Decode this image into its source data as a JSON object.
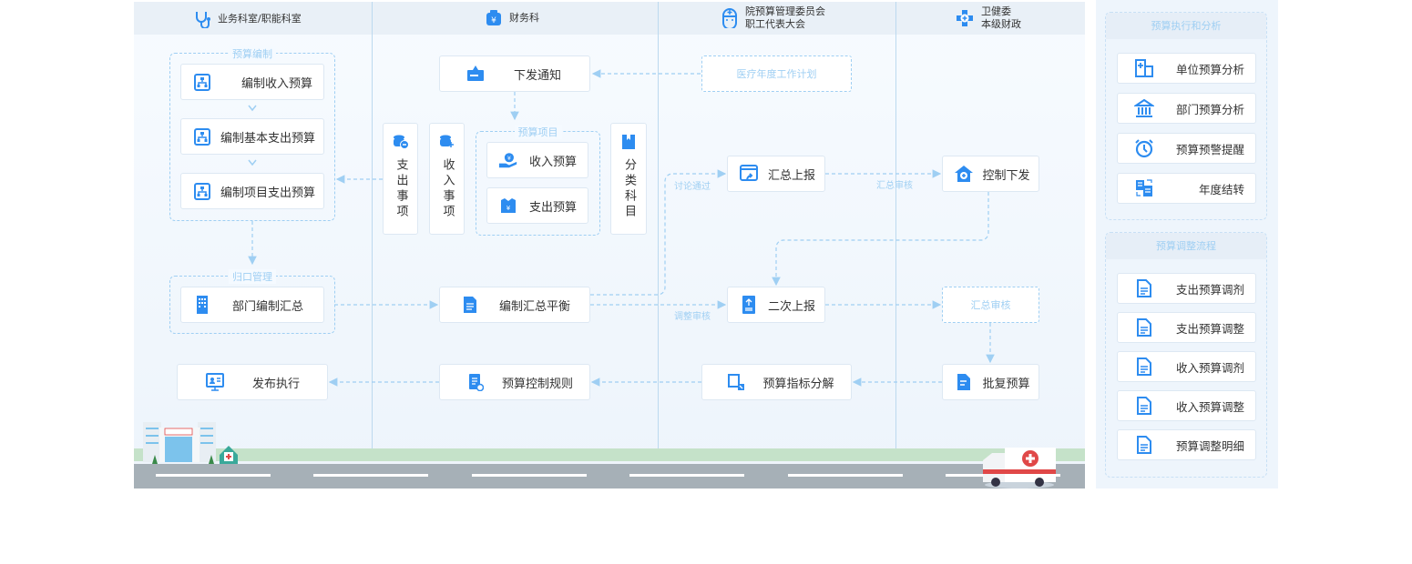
{
  "lanes": [
    {
      "title": "业务科室/职能科室",
      "icon": "stethoscope-icon"
    },
    {
      "title": "财务科",
      "icon": "money-bag-icon"
    },
    {
      "title_line1": "院预算管理委员会",
      "title_line2": "职工代表大会",
      "icon": "nurse-icon"
    },
    {
      "title_line1": "卫健委",
      "title_line2": "本级财政",
      "icon": "medical-cross-icon"
    }
  ],
  "groups": {
    "budget_compile": "预算编制",
    "budget_items": "预算项目",
    "centralized_mgmt": "归口管理"
  },
  "nodes": {
    "compile_income": "编制收入预算",
    "compile_basic_expense": "编制基本支出预算",
    "compile_project_expense": "编制项目支出预算",
    "issue_notice": "下发通知",
    "medical_plan": "医疗年度工作计划",
    "expense_items": "支出事项",
    "income_items": "收入事项",
    "income_budget": "收入预算",
    "expense_budget": "支出预算",
    "category_subjects": "分类科目",
    "summary_report": "汇总上报",
    "control_issue": "控制下发",
    "dept_summary": "部门编制汇总",
    "compile_balance": "编制汇总平衡",
    "second_report": "二次上报",
    "summary_review": "汇总审核",
    "publish_execute": "发布执行",
    "control_rules": "预算控制规则",
    "indicator_breakdown": "预算指标分解",
    "approve_budget": "批复预算"
  },
  "edge_labels": {
    "discussed": "讨论通过",
    "summary_review": "汇总审核",
    "adjust_review": "调整审核"
  },
  "side": {
    "analysis": {
      "title": "预算执行和分析",
      "items": [
        "单位预算分析",
        "部门预算分析",
        "预算预警提醒",
        "年度结转"
      ]
    },
    "adjust": {
      "title": "预算调整流程",
      "items": [
        "支出预算调剂",
        "支出预算调整",
        "收入预算调剂",
        "收入预算调整",
        "预算调整明细"
      ]
    }
  },
  "colors": {
    "accent": "#2d8cf0",
    "dashed": "#9fcff3",
    "header": "#e9f0f7",
    "road": "#a6b0b7",
    "grass": "#c5e2c9"
  }
}
